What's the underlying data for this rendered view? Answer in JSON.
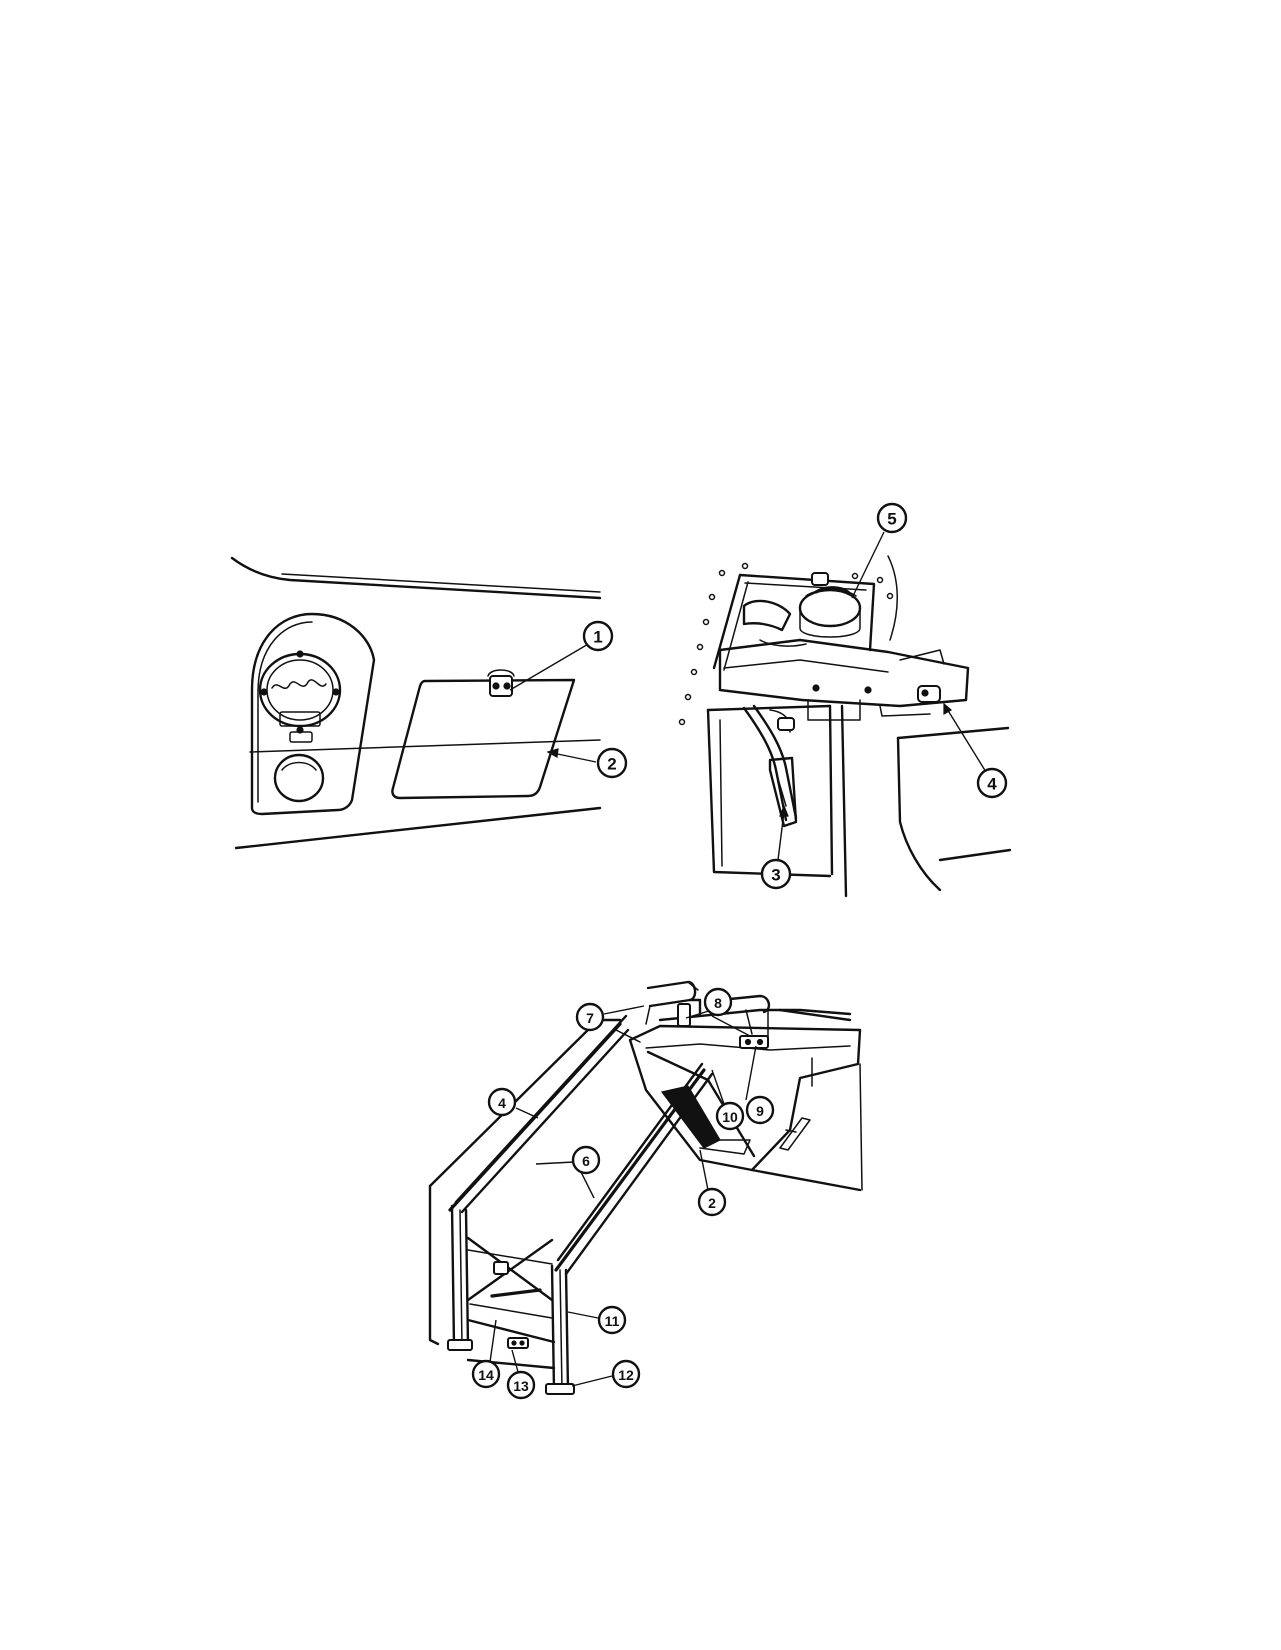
{
  "figure": {
    "view_left": {
      "callouts": [
        "1",
        "2"
      ]
    },
    "view_right": {
      "callouts": [
        "5",
        "4",
        "3"
      ]
    },
    "view_bottom": {
      "callouts": [
        "7",
        "8",
        "4",
        "6",
        "10",
        "9",
        "2",
        "11",
        "14",
        "13",
        "12"
      ]
    }
  }
}
